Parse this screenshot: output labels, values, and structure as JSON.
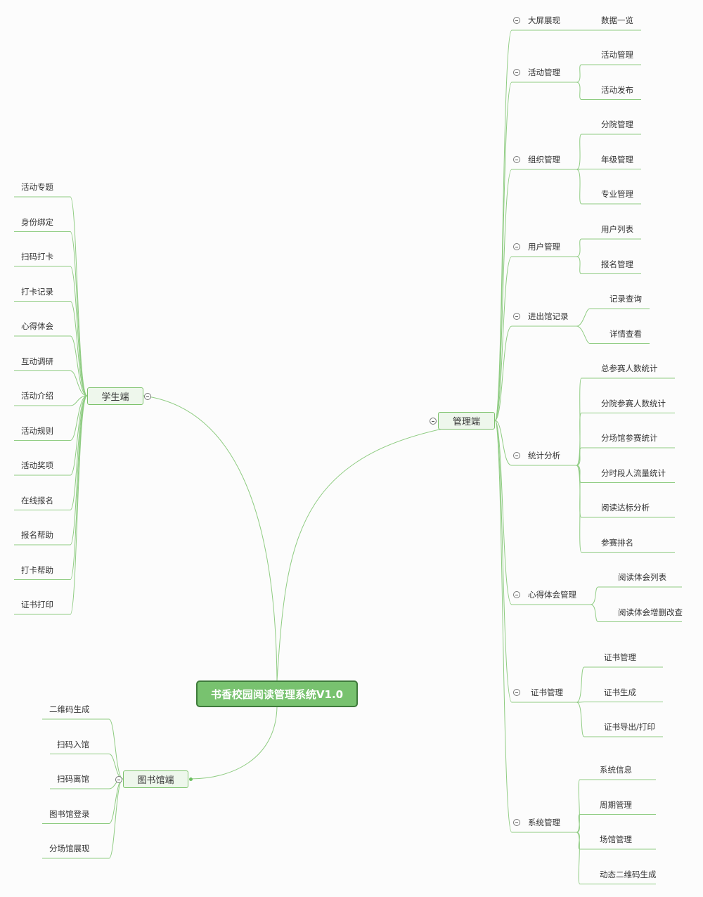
{
  "root": {
    "label": "书香校园阅读管理系统V1.0"
  },
  "branches": {
    "student": {
      "label": "学生端",
      "items": [
        "活动专题",
        "身份绑定",
        "扫码打卡",
        "打卡记录",
        "心得体会",
        "互动调研",
        "活动介绍",
        "活动规则",
        "活动奖项",
        "在线报名",
        "报名帮助",
        "打卡帮助",
        "证书打印"
      ]
    },
    "library": {
      "label": "图书馆端",
      "items": [
        "二维码生成",
        "扫码入馆",
        "扫码离馆",
        "图书馆登录",
        "分场馆展现"
      ]
    },
    "admin": {
      "label": "管理端",
      "groups": [
        {
          "label": "大屏展现",
          "items": [
            "数据一览"
          ]
        },
        {
          "label": "活动管理",
          "items": [
            "活动管理",
            "活动发布"
          ]
        },
        {
          "label": "组织管理",
          "items": [
            "分院管理",
            "年级管理",
            "专业管理"
          ]
        },
        {
          "label": "用户管理",
          "items": [
            "用户列表",
            "报名管理"
          ]
        },
        {
          "label": "进出馆记录",
          "items": [
            "记录查询",
            "详情查看"
          ]
        },
        {
          "label": "统计分析",
          "items": [
            "总参赛人数统计",
            "分院参赛人数统计",
            "分场馆参赛统计",
            "分时段人流量统计",
            "阅读达标分析",
            "参赛排名"
          ]
        },
        {
          "label": "心得体会管理",
          "items": [
            "阅读体会列表",
            "阅读体会增删改查"
          ]
        },
        {
          "label": "证书管理",
          "items": [
            "证书管理",
            "证书生成",
            "证书导出/打印"
          ]
        },
        {
          "label": "系统管理",
          "items": [
            "系统信息",
            "周期管理",
            "场馆管理",
            "动态二维码生成"
          ]
        }
      ]
    }
  },
  "colors": {
    "line": "#8fcc82",
    "node_fill": "#eef7ec",
    "node_border": "#7cc26b",
    "root_fill": "#78c26f",
    "root_border": "#3f7a3b"
  }
}
